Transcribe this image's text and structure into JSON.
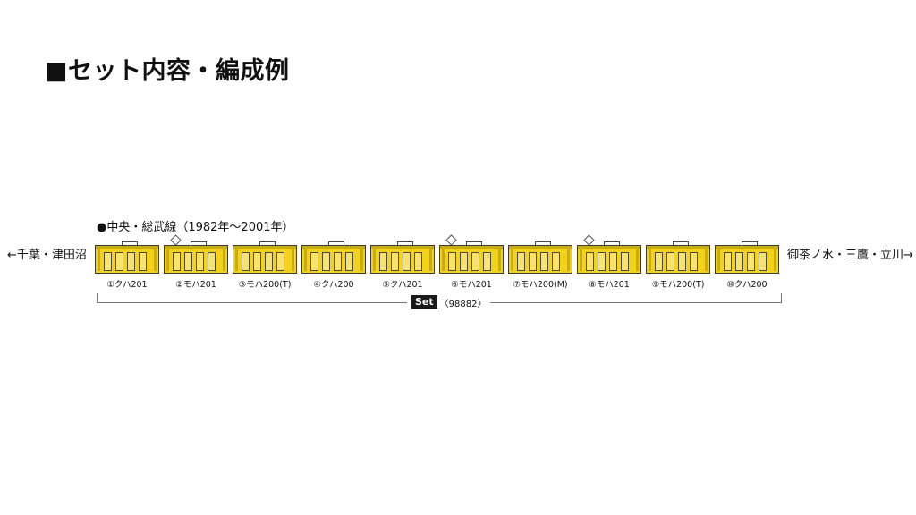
{
  "title": "■セット内容・編成例",
  "route": {
    "label": "●中央・総武線（1982年〜2001年）",
    "left_destination": "←千葉・津田沼",
    "right_destination": "御茶ノ水・三鷹・立川→"
  },
  "colors": {
    "car_body": "#f2d21b",
    "car_stripe": "#c9ad10",
    "outline": "#3b3b3b"
  },
  "cars": [
    {
      "label": "①クハ201",
      "pantograph": false
    },
    {
      "label": "②モハ201",
      "pantograph": true
    },
    {
      "label": "③モハ200(T)",
      "pantograph": false
    },
    {
      "label": "④クハ200",
      "pantograph": false
    },
    {
      "label": "⑤クハ201",
      "pantograph": false
    },
    {
      "label": "⑥モハ201",
      "pantograph": true
    },
    {
      "label": "⑦モハ200(M)",
      "pantograph": false
    },
    {
      "label": "⑧モハ201",
      "pantograph": true
    },
    {
      "label": "⑨モハ200(T)",
      "pantograph": false
    },
    {
      "label": "⑩クハ200",
      "pantograph": false
    }
  ],
  "set": {
    "badge": "Set",
    "number": "〈98882〉"
  }
}
